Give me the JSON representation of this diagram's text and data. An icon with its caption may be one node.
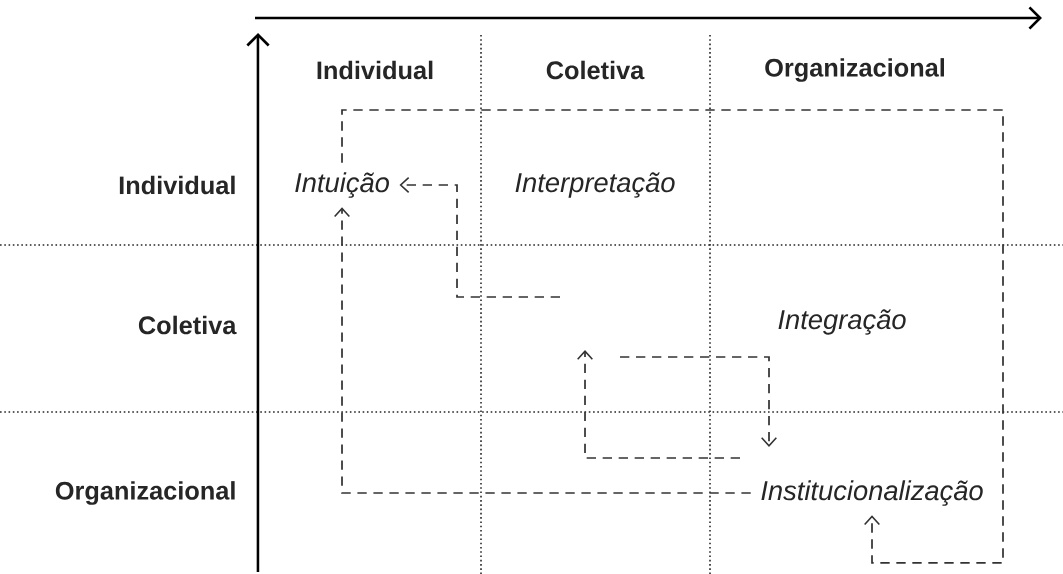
{
  "diagram": {
    "nodes": [
      {
        "text": [
          "Intuição"
        ]
      },
      {
        "text": [
          "Interpretação"
        ]
      },
      {
        "text": [
          "Integração"
        ]
      },
      {
        "text": [
          "Institucionalização"
        ]
      }
    ],
    "edges": [
      {
        "from": 0,
        "to": 3,
        "arrow": "to",
        "style": "dashed"
      },
      {
        "from": null,
        "to": 0,
        "arrow": "to",
        "style": "dashed"
      },
      {
        "from": 3,
        "to": 0,
        "arrow": "to",
        "style": "dashed"
      }
    ],
    "labels": [
      "Individual",
      "Coletiva",
      "Organizacional",
      "Individual",
      "Coletiva",
      "Organizacional"
    ]
  }
}
